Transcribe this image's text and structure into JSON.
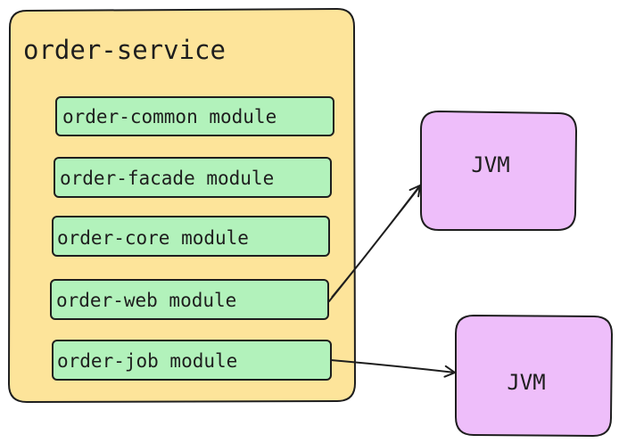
{
  "service": {
    "title": "order-service",
    "fill_color": "#fde49a"
  },
  "modules": [
    {
      "label": "order-common module"
    },
    {
      "label": "order-facade module"
    },
    {
      "label": "order-core module"
    },
    {
      "label": "order-web module"
    },
    {
      "label": "order-job module"
    }
  ],
  "module_fill_color": "#b2f2bb",
  "jvms": [
    {
      "label": "JVM"
    },
    {
      "label": "JVM"
    }
  ],
  "jvm_fill_color": "#eebefa",
  "stroke_color": "#1e1e1e",
  "connections": [
    {
      "from": "order-web module",
      "to": "JVM (upper)"
    },
    {
      "from": "order-job module",
      "to": "JVM (lower)"
    }
  ]
}
